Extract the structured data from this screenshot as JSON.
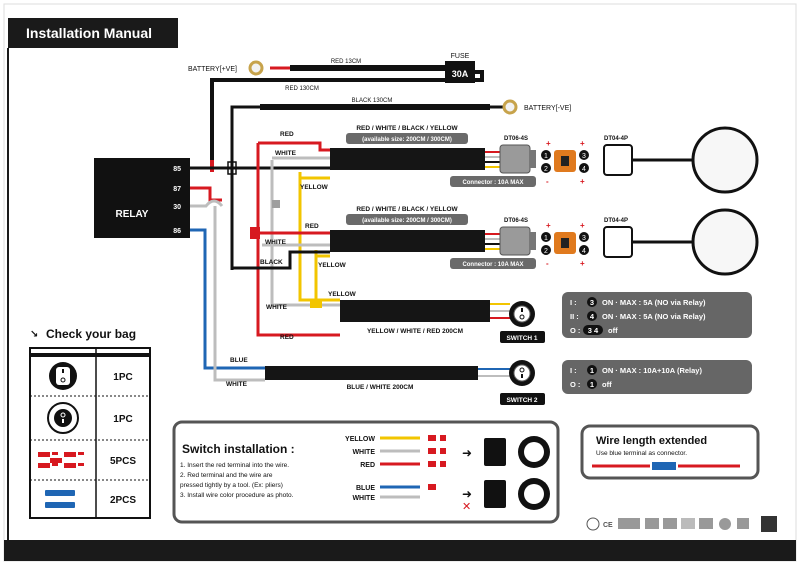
{
  "header": {
    "title": "Installation Manual"
  },
  "battery": {
    "positive": "BATTERY[+VE]",
    "negative": "BATTERY[-VE]"
  },
  "fuse": {
    "label": "FUSE",
    "rating": "30A"
  },
  "wires": {
    "red_13": "RED 13CM",
    "red_130": "RED 130CM",
    "black_130": "BLACK 130CM",
    "harness_label": "RED / WHITE / BLACK / YELLOW",
    "harness_size": "(available size: 200CM / 300CM)",
    "red": "RED",
    "white": "WHITE",
    "yellow": "YELLOW",
    "black": "BLACK",
    "blue": "BLUE",
    "switch1_cable": "YELLOW / WHITE / RED  200CM",
    "switch2_cable": "BLUE / WHITE  200CM"
  },
  "relay": {
    "label": "RELAY",
    "pins": [
      "85",
      "87",
      "30",
      "86"
    ]
  },
  "connectors": {
    "female": "DT06-4S",
    "male": "DT04-4P",
    "rating": "Connector  :  10A MAX",
    "pins": [
      "1",
      "2",
      "3",
      "4"
    ],
    "plus": "+",
    "minus": "-"
  },
  "switches": {
    "s1": "SWITCH 1",
    "s2": "SWITCH 2"
  },
  "modes_switch1": [
    {
      "symbol": "I :",
      "num": "3",
      "text": "ON · MAX : 5A  (NO via Relay)"
    },
    {
      "symbol": "II :",
      "num": "4",
      "text": "ON · MAX : 5A  (NO via Relay)"
    },
    {
      "symbol": "O :",
      "num": "3 4",
      "text": "off"
    }
  ],
  "modes_switch2": [
    {
      "symbol": "I :",
      "num": "1",
      "text": "ON · MAX : 10A+10A  (Relay)"
    },
    {
      "symbol": "O :",
      "num": "1",
      "text": "off"
    }
  ],
  "bag": {
    "title": "Check your bag",
    "items": [
      {
        "icon": "rocker-switch-icon",
        "qty": "1PC"
      },
      {
        "icon": "round-switch-icon",
        "qty": "1PC"
      },
      {
        "icon": "red-terminal-icon",
        "qty": "5PCS"
      },
      {
        "icon": "blue-connector-icon",
        "qty": "2PCS"
      }
    ]
  },
  "switch_install": {
    "title": "Switch installation :",
    "steps": [
      "1. Insert the red terminal into the wire.",
      "2. Red terminal and the wire are",
      "    pressed tightly by a tool. (Ex: pliers)",
      "3. Install wire color procedure as photo."
    ],
    "colors_top": [
      "YELLOW",
      "WHITE",
      "RED"
    ],
    "colors_bottom": [
      "BLUE",
      "WHITE"
    ]
  },
  "wire_ext": {
    "title": "Wire length extended",
    "subtitle": "Use blue terminal as connector."
  },
  "colors": {
    "red": "#d71920",
    "yellow": "#f2c500",
    "white_wire": "#bdbdbd",
    "blue": "#1f66b4",
    "black": "#111111",
    "box": "#666666"
  }
}
